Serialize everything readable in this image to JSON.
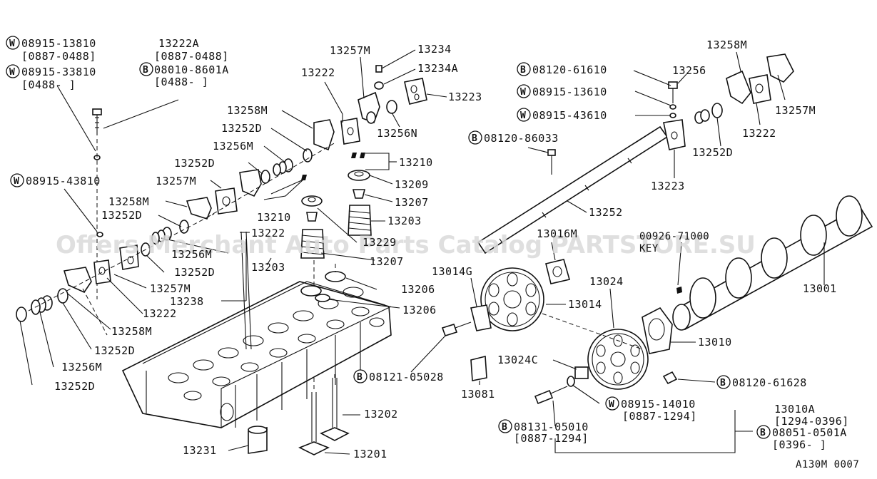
{
  "watermark": "Offers Merchant Auto Parts Catalog PARTSTORE.SU",
  "figure_code": "A130M 0007",
  "labels": {
    "p13222A": "13222A",
    "r13222A": "[0887-0488]",
    "p08010": "08010-8601A",
    "r08010": "[0488-   ]",
    "p08915_13810": "08915-13810",
    "r08915_13810": "[0887-0488]",
    "p08915_33810": "08915-33810",
    "r08915_33810": "[0488-    ]",
    "p08915_43810": "08915-43810",
    "p13257M_a": "13257M",
    "p13234": "13234",
    "p13234A": "13234A",
    "p13222_a": "13222",
    "p13223_a": "13223",
    "p13256N": "13256N",
    "p13258M_a": "13258M",
    "p13252D_a": "13252D",
    "p13256M_a": "13256M",
    "p13252D_b": "13252D",
    "p13257M_b": "13257M",
    "p13210_a": "13210",
    "p13209": "13209",
    "p13207_a": "13207",
    "p13203_a": "13203",
    "p13210_b": "13210",
    "p13258M_b": "13258M",
    "p13252D_c": "13252D",
    "p13222_b": "13222",
    "p13229": "13229",
    "p13256M_b": "13256M",
    "p13203_b": "13203",
    "p13207_b": "13207",
    "p13252D_d": "13252D",
    "p13257M_c": "13257M",
    "p13206_a": "13206",
    "p13222_c": "13222",
    "p13238": "13238",
    "p13206_b": "13206",
    "p13258M_c": "13258M",
    "p13252D_e": "13252D",
    "p13256M_c": "13256M",
    "p13252D_f": "13252D",
    "p13202": "13202",
    "p13231": "13231",
    "p13201": "13201",
    "p08120_61610": "08120-61610",
    "p08915_13610": "08915-13610",
    "p08915_43610": "08915-43610",
    "p08120_86033": "08120-86033",
    "p13256_r": "13256",
    "p13258M_r": "13258M",
    "p13257M_r": "13257M",
    "p13222_r": "13222",
    "p13252D_r": "13252D",
    "p13223_r": "13223",
    "p13252": "13252",
    "p13016M": "13016M",
    "p00926": "00926-71000",
    "pKEY": "KEY",
    "p13014G": "13014G",
    "p13024": "13024",
    "p13014": "13014",
    "p13001": "13001",
    "p13010": "13010",
    "p13024C": "13024C",
    "p08121": "08121-05028",
    "p13081": "13081",
    "p08120_61628": "08120-61628",
    "p08915_14010": "08915-14010",
    "r08915_14010": "[0887-1294]",
    "p08131": "08131-05010",
    "r08131": "[0887-1294]",
    "p13010A": "13010A",
    "r13010A": "[1294-0396]",
    "p08051": "08051-0501A",
    "r08051": "[0396-    ]"
  },
  "circled": {
    "W": "W",
    "B": "B"
  }
}
